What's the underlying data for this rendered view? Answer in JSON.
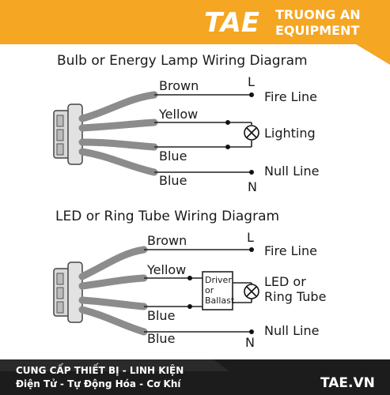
{
  "colors": {
    "accent": "#f5a623",
    "footer_bg": "#1c1c1c",
    "wire": "#8c8c8c",
    "line": "#222222"
  },
  "header": {
    "logo_text": "TAE",
    "company_line1": "TRUONG AN",
    "company_line2": "EQUIPMENT"
  },
  "diagram1": {
    "title": "Bulb or Energy Lamp Wiring Diagram",
    "wires": [
      "Brown",
      "Yellow",
      "Blue",
      "Blue"
    ],
    "terminal_L": "L",
    "terminal_N": "N",
    "fire_line": "Fire Line",
    "load": "Lighting",
    "null_line": "Null Line"
  },
  "diagram2": {
    "title": "LED or Ring Tube Wiring Diagram",
    "wires": [
      "Brown",
      "Yellow",
      "Blue",
      "Blue"
    ],
    "terminal_L": "L",
    "terminal_N": "N",
    "fire_line": "Fire Line",
    "driver_lines": [
      "Driver",
      "or",
      "Ballast"
    ],
    "load_lines": [
      "LED or",
      "Ring Tube"
    ],
    "null_line": "Null Line"
  },
  "footer": {
    "line1": "CUNG CẤP THIẾT BỊ - LINH KIỆN",
    "line2": "Điện Tử - Tự Động Hóa - Cơ Khí",
    "site": "TAE.VN"
  }
}
